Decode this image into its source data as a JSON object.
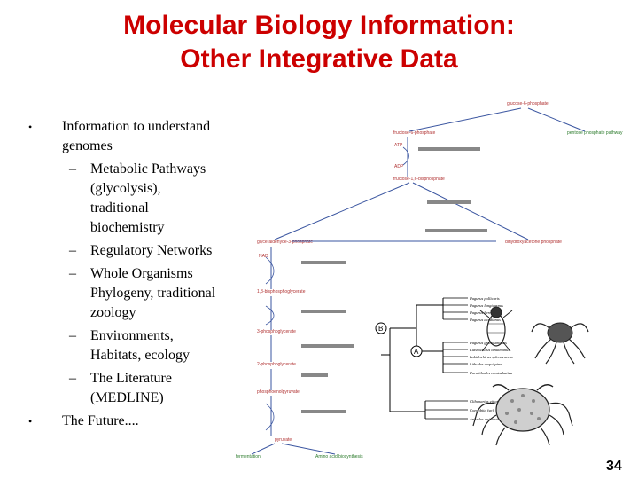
{
  "slide": {
    "title_line1": "Molecular Biology Information:",
    "title_line2": "Other Integrative Data",
    "page_number": "34"
  },
  "bullets": [
    {
      "text_line1": "Information to understand",
      "text_line2": "genomes",
      "sub": [
        {
          "lines": [
            "Metabolic Pathways",
            "(glycolysis),",
            "traditional",
            "biochemistry"
          ]
        },
        {
          "lines": [
            "Regulatory Networks"
          ]
        },
        {
          "lines": [
            "Whole Organisms",
            "Phylogeny, traditional",
            "zoology"
          ]
        },
        {
          "lines": [
            "Environments,",
            "Habitats, ecology"
          ]
        },
        {
          "lines": [
            "The Literature",
            "(MEDLINE)"
          ]
        }
      ]
    },
    {
      "text_line1": "The Future...."
    }
  ],
  "pathway": {
    "top": "glucose-6-phosphate",
    "right": "pentose phosphate pathway",
    "f6p": "fructose-6-phosphate",
    "f16bp": "fructose-1,6-bisphosphate",
    "g3p": "glyceraldehyde-3-phosphate",
    "dhap": "dihydroxyacetone phosphate",
    "bpg": "1,3-bisphosphoglycerate",
    "pg3": "3-phosphoglycerate",
    "pg2": "2-phosphoglycerate",
    "pep": "phosphoenolpyruvate",
    "pyr": "pyruvate",
    "atp": "ATP",
    "adp": "ADP",
    "nad": "NAD",
    "bottom_left": "fermentation",
    "bottom_right": "Amino acid biosynthesis"
  },
  "tree": {
    "label_a": "A",
    "label_b": "B",
    "taxa": [
      "Pagurus pollicaris",
      "Pagurus longicarpus",
      "Pagurus bernhardus",
      "Pagurus acadianus",
      "Pagurus granosimanus",
      "Elassochirus tenuimanus",
      "Labidochirus splendescens",
      "Lithodes aequispina",
      "Paralithodes camtschatica",
      "Clibanarius vittatus",
      "Coenobita (sp)",
      "Aniculus aniculus"
    ]
  }
}
